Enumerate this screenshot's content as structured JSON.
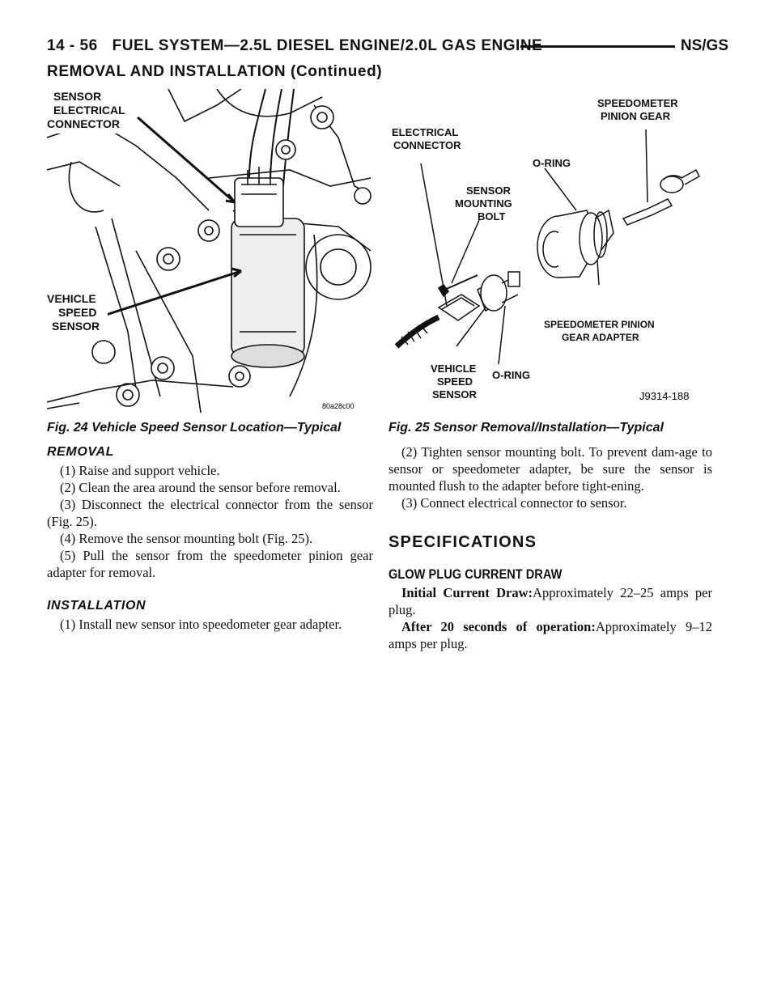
{
  "header": {
    "page_number": "14 - 56",
    "section_title": "FUEL SYSTEM—2.5L DIESEL ENGINE/2.0L GAS ENGINE",
    "model": "NS/GS",
    "continued": "REMOVAL AND INSTALLATION (Continued)"
  },
  "fig24": {
    "labels": {
      "sensor_connector_1": "SENSOR",
      "sensor_connector_2": "ELECTRICAL",
      "sensor_connector_3": "CONNECTOR",
      "vss_1": "VEHICLE",
      "vss_2": "SPEED",
      "vss_3": "SENSOR",
      "code": "80a28c00"
    },
    "caption": "Fig. 24 Vehicle Speed Sensor Location—Typical"
  },
  "fig25": {
    "labels": {
      "elec_1": "ELECTRICAL",
      "elec_2": "CONNECTOR",
      "oring_top": "O-RING",
      "pinion_1": "SPEEDOMETER",
      "pinion_2": "PINION GEAR",
      "bolt_1": "SENSOR",
      "bolt_2": "MOUNTING",
      "bolt_3": "BOLT",
      "adapter_1": "SPEEDOMETER PINION",
      "adapter_2": "GEAR ADAPTER",
      "vss_1": "VEHICLE",
      "vss_2": "SPEED",
      "vss_3": "SENSOR",
      "oring_bottom": "O-RING",
      "code": "J9314-188"
    },
    "caption": "Fig. 25 Sensor Removal/Installation—Typical"
  },
  "removal": {
    "heading": "REMOVAL",
    "steps": [
      "(1) Raise and support vehicle.",
      "(2) Clean the area around the sensor before removal.",
      "(3) Disconnect the electrical connector from the sensor (Fig. 25).",
      "(4) Remove the sensor mounting bolt (Fig. 25).",
      "(5) Pull the sensor from the speedometer pinion gear adapter for removal."
    ]
  },
  "installation": {
    "heading": "INSTALLATION",
    "steps": [
      "(1) Install new sensor into speedometer gear adapter.",
      "(2) Tighten sensor mounting bolt. To prevent dam-age to sensor or speedometer adapter, be sure the sensor is mounted flush to the adapter before tight-ening.",
      "(3) Connect electrical connector to sensor."
    ]
  },
  "specifications": {
    "heading": "SPECIFICATIONS",
    "subheading": "GLOW PLUG CURRENT DRAW",
    "items": [
      {
        "label": "Initial Current Draw:",
        "text": "Approximately 22–25 amps per plug."
      },
      {
        "label": "After 20 seconds of operation:",
        "text": "Approximately 9–12 amps per plug."
      }
    ]
  }
}
